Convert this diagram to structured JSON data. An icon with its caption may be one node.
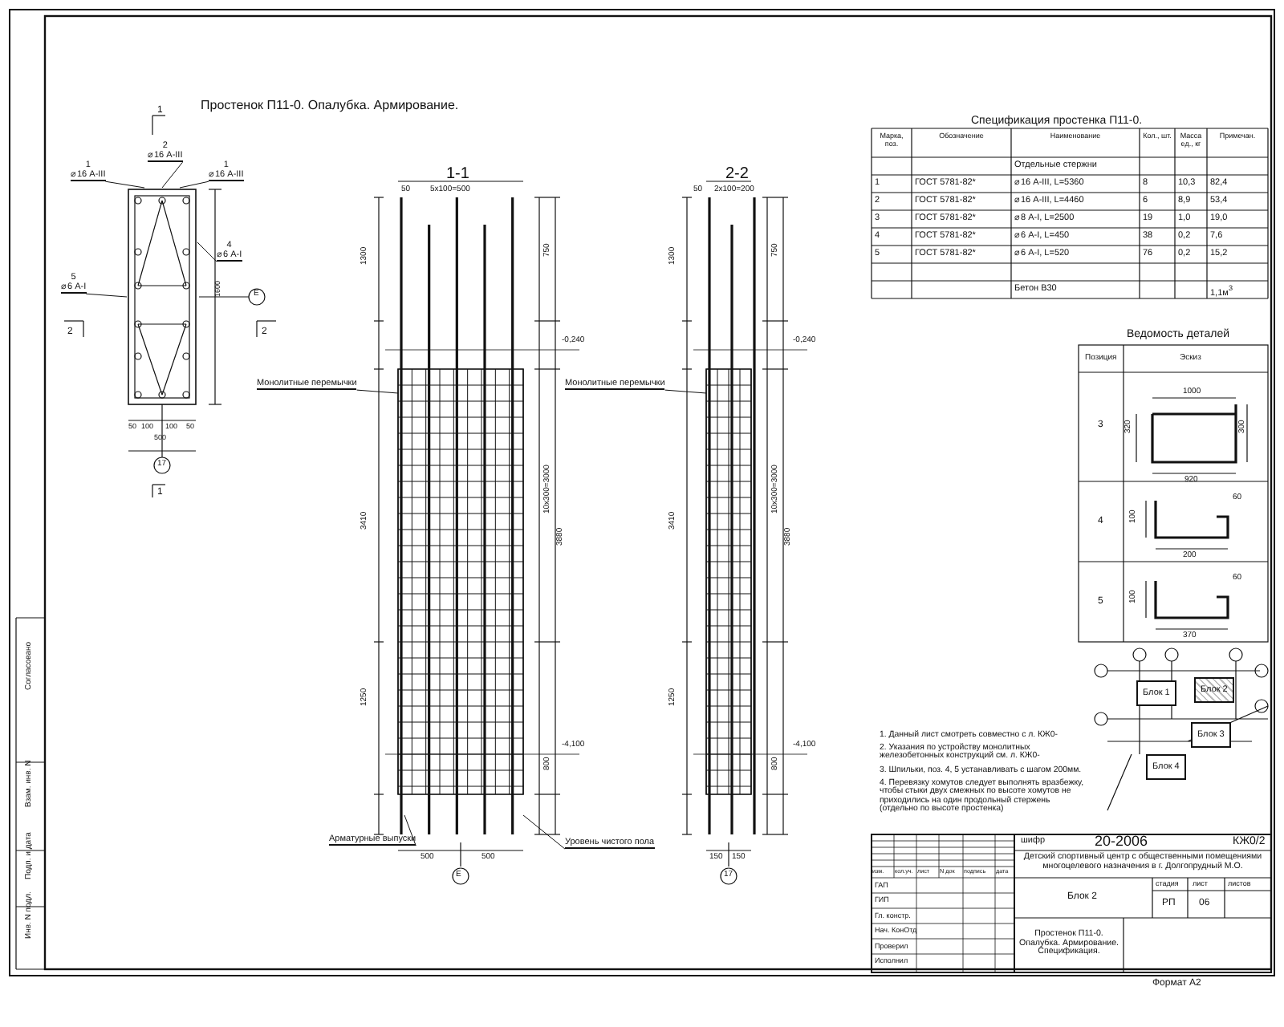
{
  "diagram": {
    "title": "Простенок П11-0. Опалубка. Армирование.",
    "nodes": [
      {
        "text": [
          "Монолитные перемычки"
        ]
      },
      {
        "text": [
          "Монолитные перемычки"
        ]
      },
      {
        "text": [
          "Арматурные выпуски"
        ]
      },
      {
        "text": [
          "Уровень чистого пола"
        ]
      },
      {
        "text": [
          "1",
          "⌀16 А-III"
        ]
      },
      {
        "text": [
          "2",
          "⌀16 А-III"
        ]
      },
      {
        "text": [
          "1",
          "⌀16 А-III"
        ]
      },
      {
        "text": [
          "4",
          "⌀6 А-I"
        ]
      },
      {
        "text": [
          "5",
          "⌀6 А-I"
        ]
      },
      {
        "text": [
          "Блок 1"
        ]
      },
      {
        "text": [
          "Блок 2"
        ]
      },
      {
        "text": [
          "Блок 3"
        ]
      },
      {
        "text": [
          "Блок 4"
        ]
      }
    ],
    "edges": [
      {
        "from": 0,
        "to": null,
        "arrow": "none"
      },
      {
        "from": 1,
        "to": null,
        "arrow": "none"
      },
      {
        "from": 2,
        "to": null,
        "arrow": "none"
      },
      {
        "from": 3,
        "to": null,
        "arrow": "none"
      },
      {
        "from": 4,
        "to": null,
        "arrow": "none"
      },
      {
        "from": 5,
        "to": null,
        "arrow": "none"
      },
      {
        "from": 6,
        "to": null,
        "arrow": "none"
      },
      {
        "from": 7,
        "to": null,
        "arrow": "none"
      },
      {
        "from": 8,
        "to": null,
        "arrow": "none"
      }
    ],
    "labels": [
      "1-1",
      "2-2",
      "Спецификация простенка П11-0.",
      "Марка, поз.",
      "Обозначение",
      "Наименование",
      "Кол., шт.",
      "Масса ед., кг",
      "Примечан.",
      "Отдельные стержни",
      "1",
      "ГОСТ 5781-82*",
      "⌀16 А-III, L=5360",
      "8",
      "10,3",
      "82,4",
      "2",
      "ГОСТ 5781-82*",
      "⌀16 А-III, L=4460",
      "6",
      "8,9",
      "53,4",
      "3",
      "ГОСТ 5781-82*",
      "⌀8 А-I, L=2500",
      "19",
      "1,0",
      "19,0",
      "4",
      "ГОСТ 5781-82*",
      "⌀6 А-I, L=450",
      "38",
      "0,2",
      "7,6",
      "5",
      "ГОСТ 5781-82*",
      "⌀6 А-I, L=520",
      "76",
      "0,2",
      "15,2",
      "Бетон В30",
      "1,1м$^{3}$",
      "Ведомость деталей",
      "Позиция",
      "Эскиз",
      "3",
      "4",
      "5",
      "1000",
      "320",
      "300",
      "920",
      "100",
      "60",
      "200",
      "100",
      "60",
      "370",
      "1. Данный лист смотреть совместно с л. КЖ0-",
      "2. Указания по устройству монолитных железобетонных конструкций см. л. КЖ0-",
      "3. Шпильки, поз. 4, 5 устанавливать с шагом 200мм.",
      "4. Перевязку хомутов следует выполнять вразбежку, чтобы стыки двух смежных по высоте хомутов не приходились на один продольный стержень (отдельно по высоте простенка)",
      "шифр",
      "20-2006",
      "КЖ0/2",
      "Детский спортивный центр с общественными помещениями многоцелевого назначения в г. Долгопрудный М.О.",
      "Блок 2",
      "стадия",
      "лист",
      "листов",
      "РП",
      "06",
      "Простенок П11-0. Опалубка. Армирование. Спецификация.",
      "изм.",
      "кол.уч.",
      "лист",
      "N док",
      "подпись",
      "дата",
      "ГАП",
      "ГИП",
      "Гл. констр.",
      "Нач. КонОтд",
      "Проверил",
      "Исполнил",
      "Формат А2",
      "Инв. N подл.",
      "Подп. и дата",
      "Взам. инв. N",
      "Согласовано",
      "50",
      "5х100=500",
      "1300",
      "750",
      "3410",
      "10х300=3000",
      "3880",
      "1250",
      "800",
      "500",
      "500",
      "-0,240",
      "-4,100",
      "50",
      "2х100=200",
      "1300",
      "750",
      "3410",
      "10х300=3000",
      "3880",
      "1250",
      "800",
      "150",
      "150",
      "-0,240",
      "-4,100",
      "50",
      "100",
      "100",
      "50",
      "500",
      "1600",
      "1",
      "1",
      "2",
      "2",
      "Е",
      "17",
      "Е",
      "17"
    ]
  }
}
